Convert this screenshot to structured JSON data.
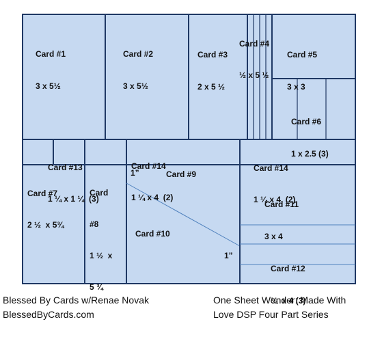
{
  "colors": {
    "fill": "#c6d9f1",
    "outline": "#1f3864",
    "guide": "#4f81bd",
    "text": "#111111"
  },
  "cards": {
    "c1": {
      "name": "Card #1",
      "size": "3 x 5½"
    },
    "c2": {
      "name": "Card #2",
      "size": "3 x 5½"
    },
    "c3": {
      "name": "Card #3",
      "size": "2 x 5 ½"
    },
    "c4": {
      "name": "Card #4",
      "size": "½ x 5 ½"
    },
    "c5": {
      "name": "Card #5",
      "size": "3 x 3"
    },
    "c6": {
      "name": "Card #6",
      "size": "1 x 2.5 (3)"
    },
    "c13": {
      "name": "Card #13",
      "size": "1 ¼ x 1 ¼  (3)"
    },
    "c14a": {
      "name": "Card #14",
      "size": "1 ¼ x 4  (2)"
    },
    "c14b": {
      "name": "Card #14",
      "size": "1 ¼ x 4  (2)"
    },
    "c7": {
      "name": "Card #7",
      "size": "2 ½  x 5¾"
    },
    "c8": {
      "name": "Card",
      "name2": "#8",
      "size": "1 ½  x",
      "size2": "5 ¾"
    },
    "c9": {
      "name": "Card #9"
    },
    "c10": {
      "name": "Card #10"
    },
    "c11": {
      "name": "Card #11",
      "size": "3 x 4"
    },
    "c12": {
      "name": "Card #12",
      "size": "¾  x 4 (3)"
    }
  },
  "marks": {
    "top": "1”",
    "bottom": "1”"
  },
  "footer": {
    "left_line1": "Blessed By Cards w/Renae Novak",
    "left_line2": "BlessedByCards.com",
    "right_line1": "One Sheet Wonder: Made With",
    "right_line2": "Love DSP Four Part Series"
  }
}
